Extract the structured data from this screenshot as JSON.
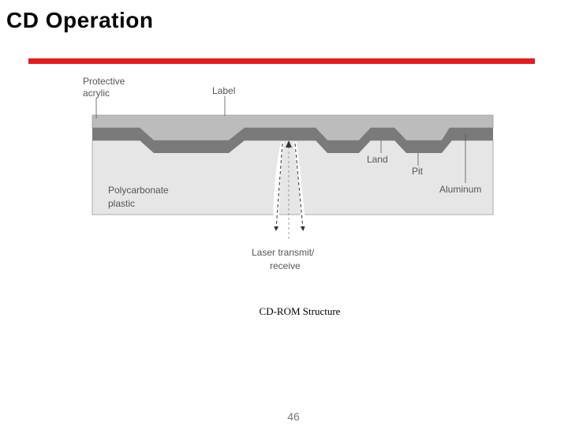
{
  "slide": {
    "title": "CD Operation",
    "caption": "CD-ROM Structure",
    "page_number": "46"
  },
  "diagram": {
    "labels": {
      "protective_line1": "Protective",
      "protective_line2": "acrylic",
      "label": "Label",
      "land": "Land",
      "pit": "Pit",
      "aluminum": "Aluminum",
      "polycarbonate_line1": "Polycarbonate",
      "polycarbonate_line2": "plastic",
      "laser_line1": "Laser transmit/",
      "laser_line2": "receive"
    }
  },
  "colors": {
    "accent_rule": "#e31b1b",
    "acrylic": "#bcbcbc",
    "aluminum": "#7a7a7a",
    "polycarbonate": "#e6e6e6",
    "diagram_text": "#555555",
    "page_number": "#777777"
  }
}
